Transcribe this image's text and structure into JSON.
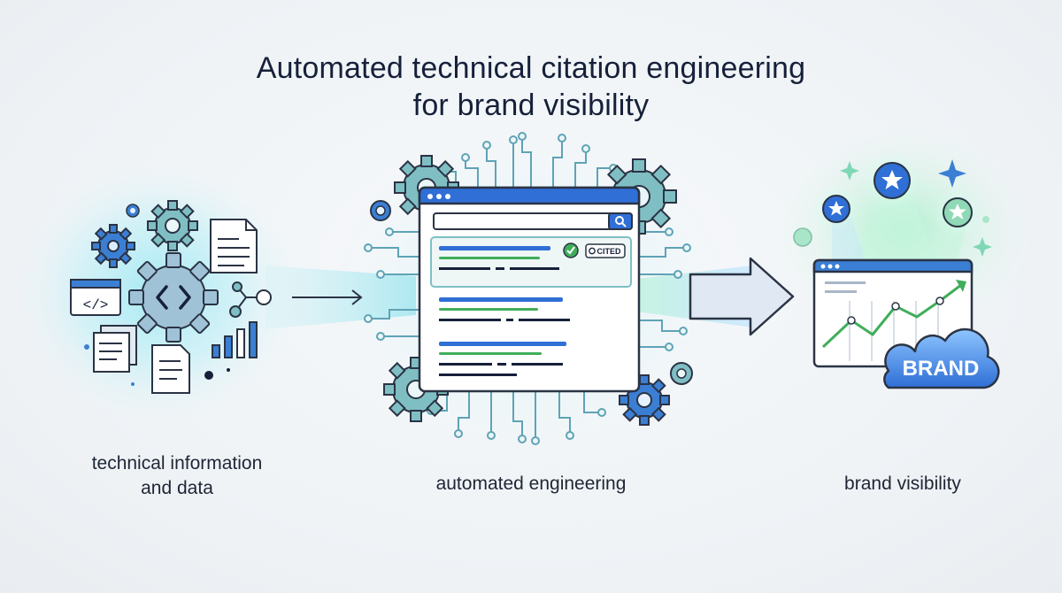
{
  "title": {
    "line1": "Automated technical citation engineering",
    "line2": "for brand visibility"
  },
  "stages": [
    {
      "caption_line1": "technical information",
      "caption_line2": "and data"
    },
    {
      "caption": "automated engineering"
    },
    {
      "caption": "brand visibility"
    }
  ],
  "search_result": {
    "badge": "CITED"
  },
  "brand_cloud": {
    "label": "BRAND"
  },
  "icons": [
    "gear-icon",
    "code-brackets-icon",
    "document-icon",
    "code-window-icon",
    "network-icon",
    "bar-chart-icon",
    "search-icon",
    "checkmark-icon",
    "star-icon",
    "sparkle-icon",
    "cloud-icon",
    "arrow-icon"
  ],
  "colors": {
    "primary_blue": "#2f6fd6",
    "teal": "#4a9aa0",
    "green": "#3fae5a",
    "dark_navy": "#16203a",
    "glow_cyan": "#9fe6f2"
  }
}
